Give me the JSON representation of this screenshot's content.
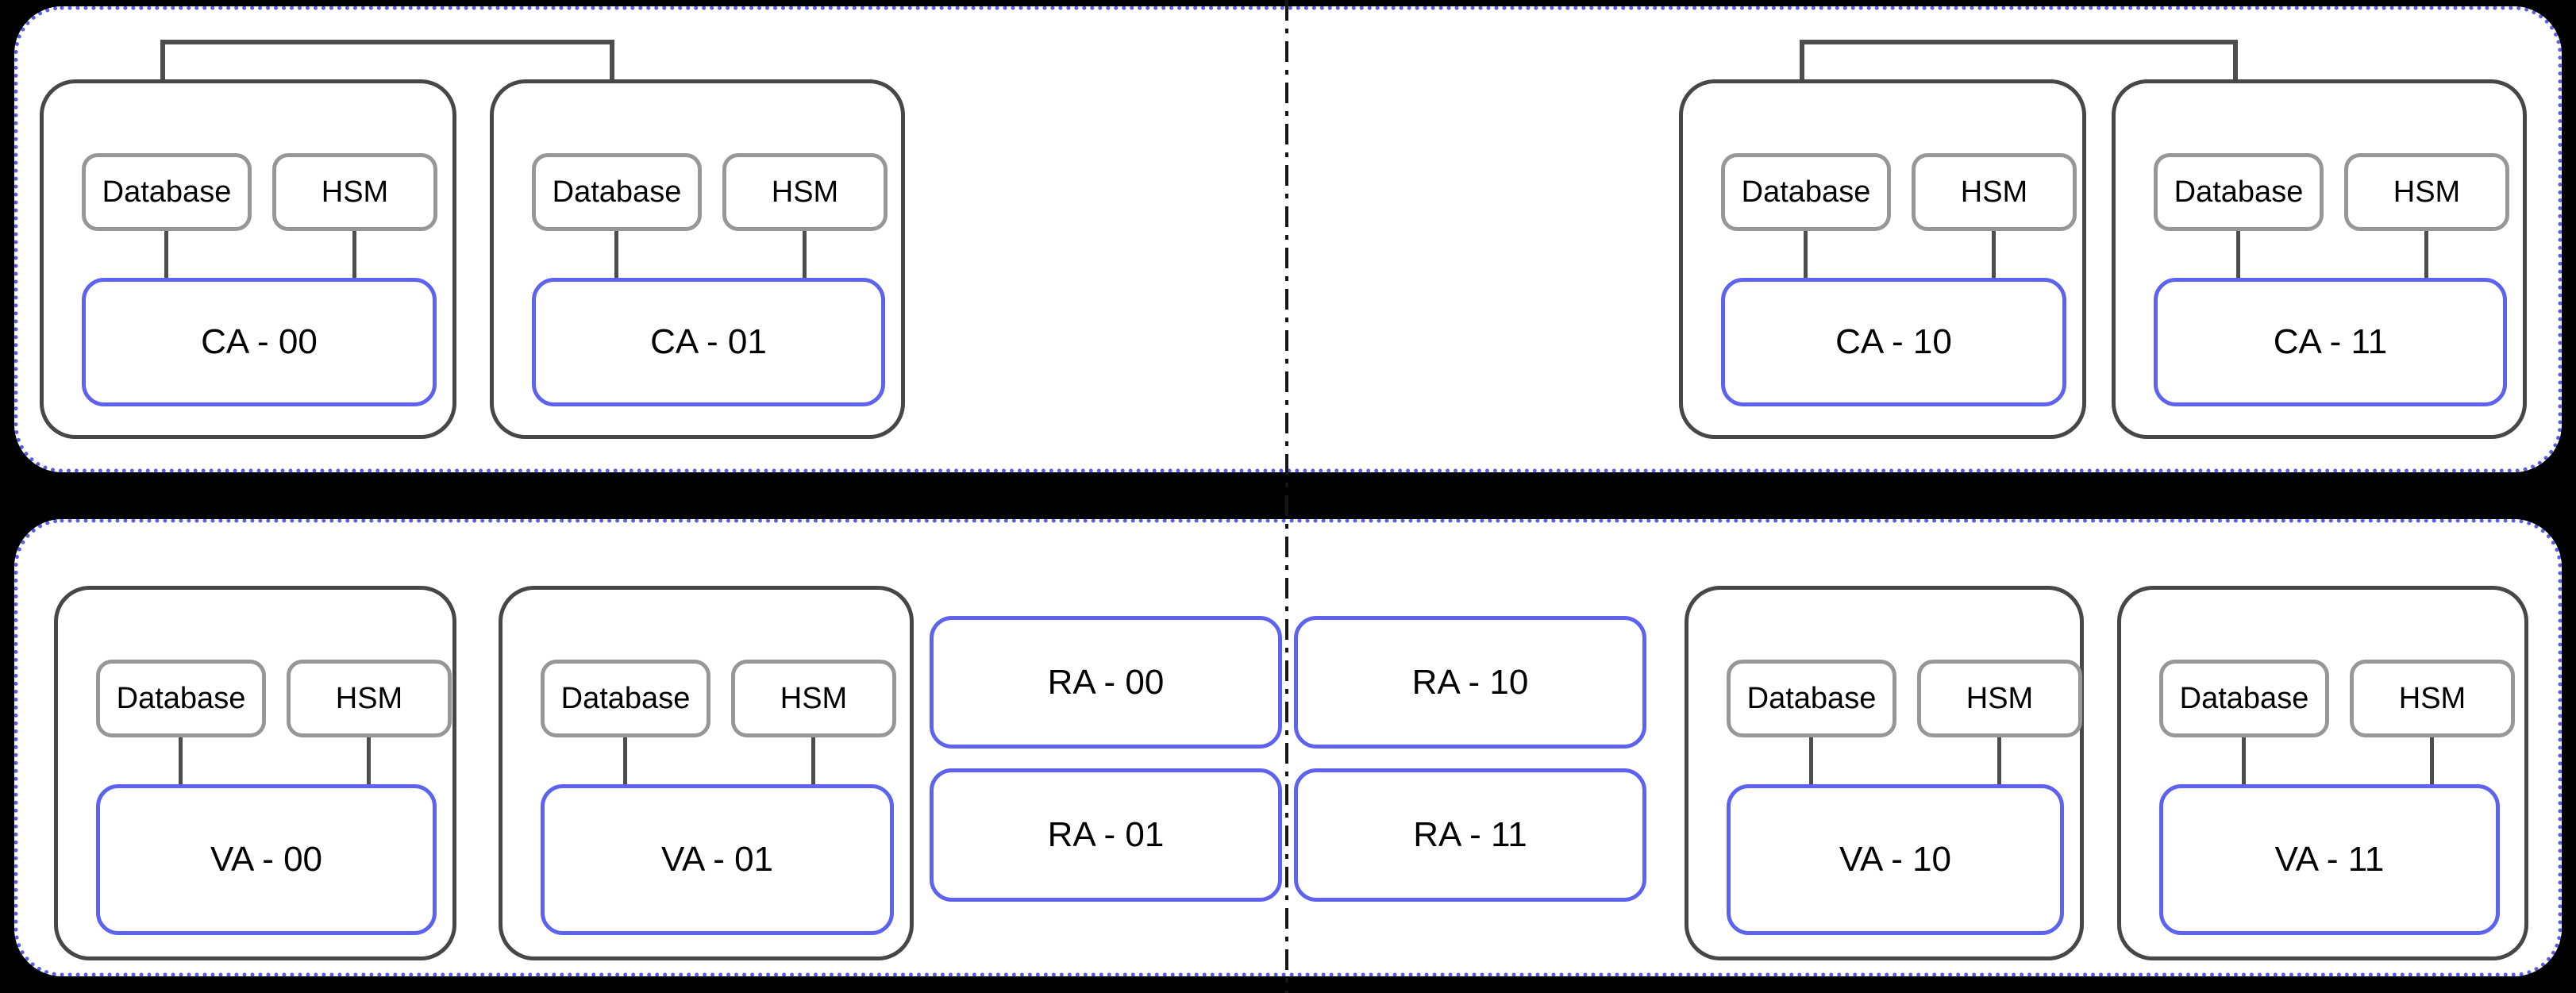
{
  "colors": {
    "background": "#000000",
    "container_fill": "#ffffff",
    "selection_dotted_border": "#5c5ce6",
    "group_border": "#474747",
    "component_border": "#979797",
    "authority_border": "#5d63f0",
    "connector": "#4d4d4d",
    "divider": "#161616",
    "text": "#000000"
  },
  "top_zone": {
    "nodes": [
      {
        "label": "CA - 00",
        "components": [
          "Database",
          "HSM"
        ]
      },
      {
        "label": "CA - 01",
        "components": [
          "Database",
          "HSM"
        ]
      },
      {
        "label": "CA - 10",
        "components": [
          "Database",
          "HSM"
        ]
      },
      {
        "label": "CA - 11",
        "components": [
          "Database",
          "HSM"
        ]
      }
    ],
    "db_sync_links": [
      {
        "from": "CA - 00",
        "to": "CA - 01"
      },
      {
        "from": "CA - 10",
        "to": "CA - 11"
      }
    ]
  },
  "bottom_zone": {
    "va_nodes": [
      {
        "label": "VA - 00",
        "components": [
          "Database",
          "HSM"
        ]
      },
      {
        "label": "VA - 01",
        "components": [
          "Database",
          "HSM"
        ]
      },
      {
        "label": "VA - 10",
        "components": [
          "Database",
          "HSM"
        ]
      },
      {
        "label": "VA - 11",
        "components": [
          "Database",
          "HSM"
        ]
      }
    ],
    "ra_nodes": [
      {
        "label": "RA - 00"
      },
      {
        "label": "RA - 01"
      },
      {
        "label": "RA - 10"
      },
      {
        "label": "RA - 11"
      }
    ]
  }
}
